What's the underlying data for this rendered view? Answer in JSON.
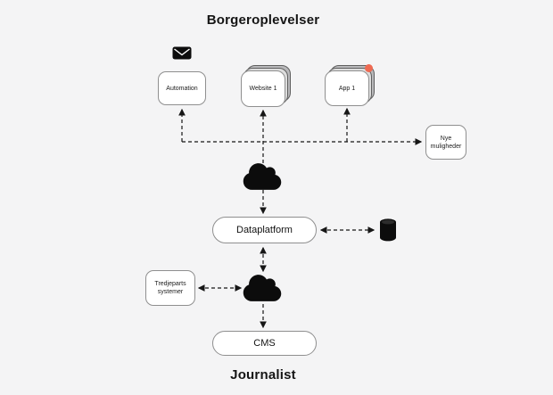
{
  "title": "Borgeroplevelser",
  "footer": "Journalist",
  "nodes": {
    "automation": {
      "label": "Automation"
    },
    "website": {
      "label": "Website 1"
    },
    "app": {
      "label": "App 1"
    },
    "nye_muligheder": {
      "line1": "Nye",
      "line2": "muligheder"
    },
    "dataplatform": {
      "label": "Dataplatform"
    },
    "tredjeparts": {
      "line1": "Tredjeparts",
      "line2": "systemer"
    },
    "cms": {
      "label": "CMS"
    }
  },
  "icons": {
    "mail": "mail-icon",
    "cloud_top": "cloud-icon",
    "cloud_bottom": "cloud-icon",
    "database": "database-icon",
    "notification": "notification-dot"
  },
  "colors": {
    "background": "#f4f4f5",
    "card_background": "#ffffff",
    "card_border": "#8f8f8f",
    "line": "#161616",
    "notification_dot": "#ee6a52"
  }
}
